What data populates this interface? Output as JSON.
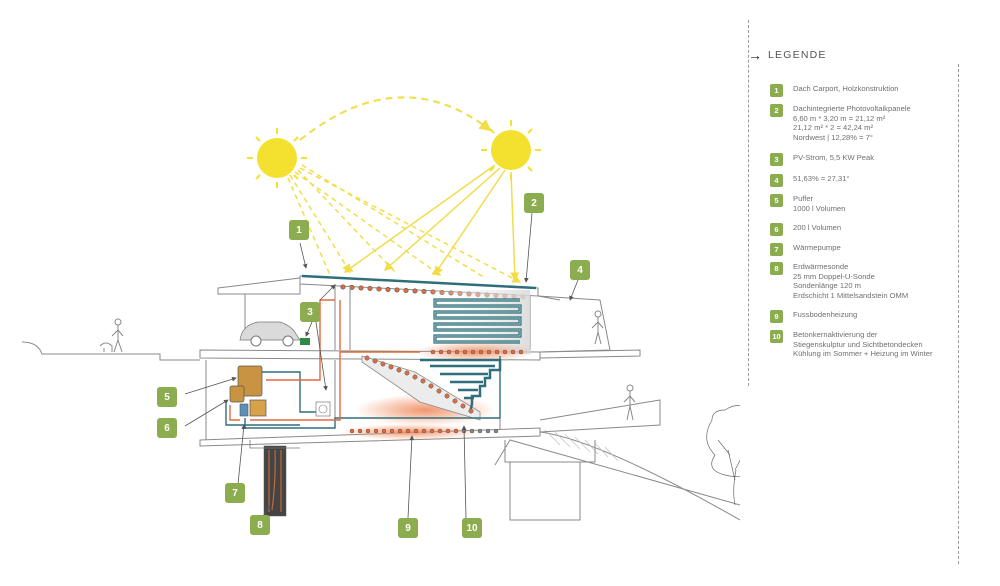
{
  "legend": {
    "title": "LEGENDE",
    "items": [
      {
        "num": "1",
        "lines": [
          "Dach Carport, Holzkonstruktion"
        ]
      },
      {
        "num": "2",
        "lines": [
          "Dachintegrierte Photovoltaikpanele",
          "6,60 m * 3,20 m = 21,12 m²",
          "21,12 m² * 2 = 42,24 m²",
          "Nordwest | 12,28% = 7°"
        ]
      },
      {
        "num": "3",
        "lines": [
          "PV-Strom, 5,5 KW Peak"
        ]
      },
      {
        "num": "4",
        "lines": [
          "51,63% = 27,31°"
        ]
      },
      {
        "num": "5",
        "lines": [
          "Puffer",
          "1000 l Volumen"
        ]
      },
      {
        "num": "6",
        "lines": [
          "200 l Volumen"
        ]
      },
      {
        "num": "7",
        "lines": [
          "Wärmepumpe"
        ]
      },
      {
        "num": "8",
        "lines": [
          "Erdwärmesonde",
          "25 mm Doppel-U-Sonde",
          "Sondenlänge 120 m",
          "Erdschicht 1 Mittelsandstein OMM"
        ]
      },
      {
        "num": "9",
        "lines": [
          "Fussbodenheizung"
        ]
      },
      {
        "num": "10",
        "lines": [
          "Betonkernaktivierung der",
          "Stiegenskulptur und Sichtbetondecken",
          "Kühlung im Sommer + Heizung im Winter"
        ]
      }
    ]
  },
  "callouts": [
    {
      "num": "1"
    },
    {
      "num": "2"
    },
    {
      "num": "3"
    },
    {
      "num": "4"
    },
    {
      "num": "5"
    },
    {
      "num": "6"
    },
    {
      "num": "7"
    },
    {
      "num": "8"
    },
    {
      "num": "9"
    },
    {
      "num": "10"
    }
  ],
  "colors": {
    "accent_green": "#8cad4f",
    "sun_yellow": "#f4e12f",
    "ray_yellow": "#f1dd4a",
    "pipe_teal": "#2f6f7a",
    "heat_orange": "#e36a3b",
    "line_grey": "#8a8a8a"
  }
}
